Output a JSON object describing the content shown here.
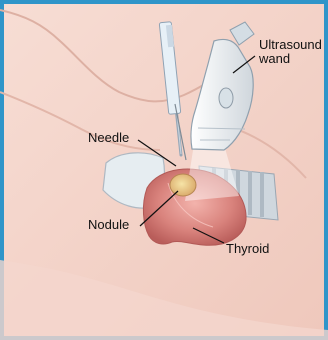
{
  "diagram": {
    "labels": {
      "ultrasound_line1": "Ultrasound",
      "ultrasound_line2": "wand",
      "needle": "Needle",
      "nodule": "Nodule",
      "thyroid": "Thyroid"
    },
    "colors": {
      "frame": "#2f95c9",
      "skin": "#f2d2c8",
      "skin_shadow": "#e4b7aa",
      "thyroid": "#db8d86",
      "thyroid_light": "#f4b2ab",
      "trachea": "#d6dde3",
      "cartilage": "#e6edf1",
      "device": "#e9eef2"
    }
  }
}
